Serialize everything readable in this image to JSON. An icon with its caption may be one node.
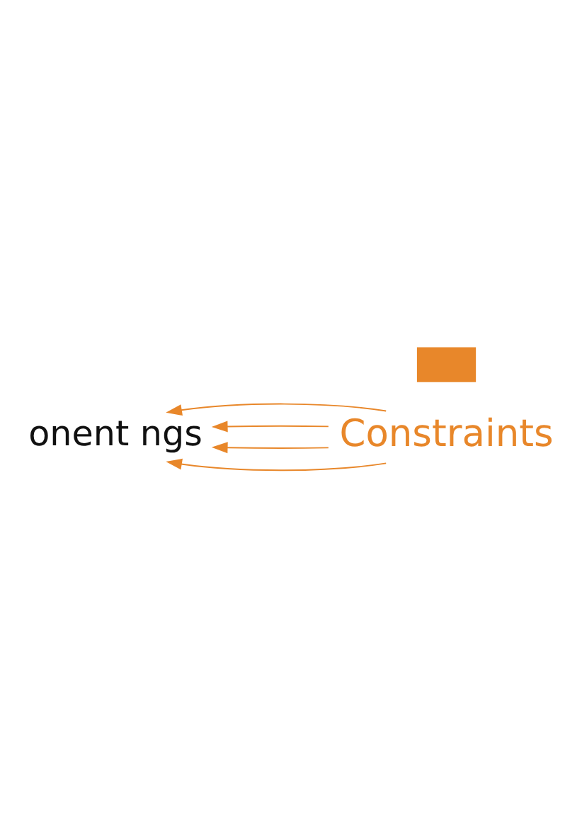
{
  "diagram": {
    "nodes": [
      {
        "text": [
          "Constraints"
        ]
      },
      {
        "text": [
          "onent ngs"
        ]
      },
      {
        "text": [],
        "shape": "box"
      }
    ],
    "edges": [
      {
        "from": 0,
        "to": 1,
        "arrow": "to"
      },
      {
        "from": 0,
        "to": 1,
        "arrow": "to"
      },
      {
        "from": 0,
        "to": 1,
        "arrow": "to"
      },
      {
        "from": 0,
        "to": 1,
        "arrow": "to"
      }
    ]
  }
}
